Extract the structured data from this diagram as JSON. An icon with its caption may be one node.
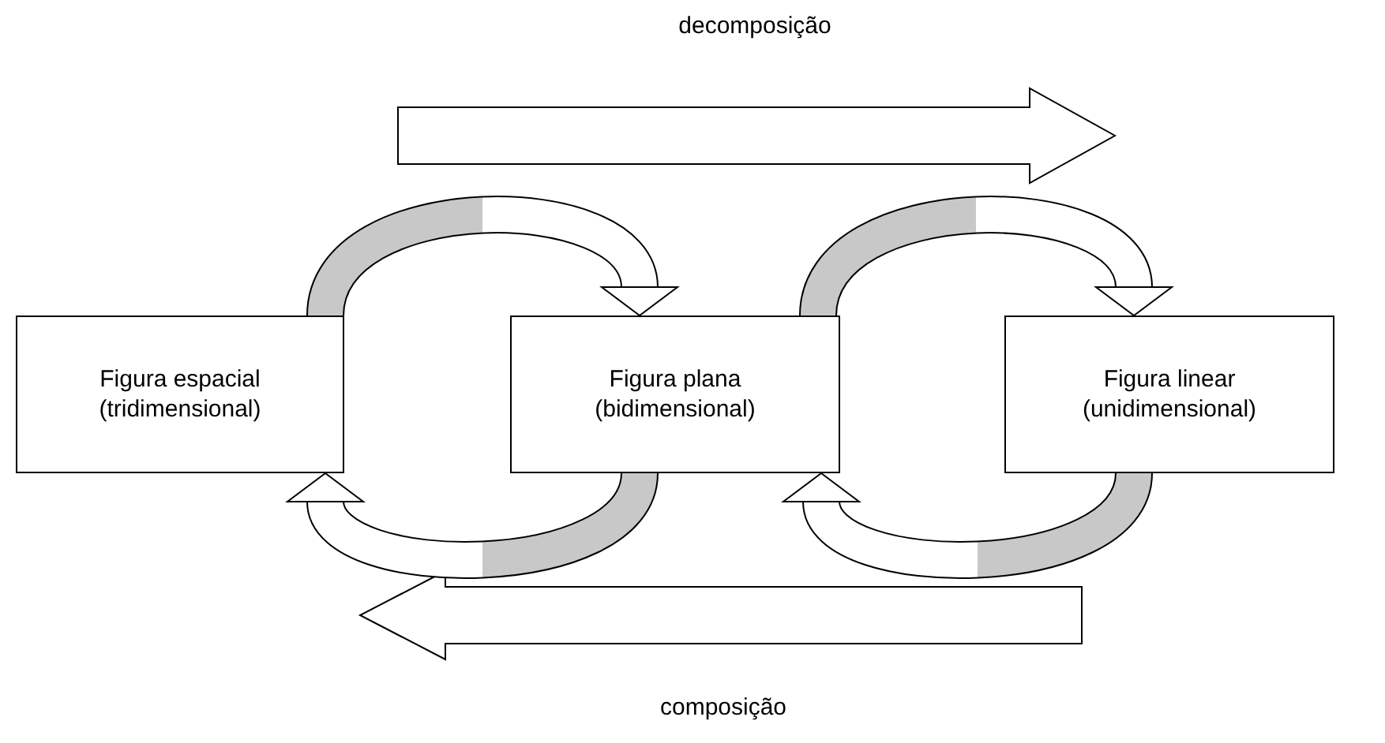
{
  "diagram": {
    "nodes": [
      {
        "text": [
          "Figura espacial (tridimensional)"
        ]
      },
      {
        "text": [
          "Figura plana (bidimensional)"
        ]
      },
      {
        "text": [
          "Figura linear (unidimensional)"
        ]
      }
    ],
    "edges": [
      {
        "from": 0,
        "to": 1,
        "arrow": "to"
      },
      {
        "from": 1,
        "to": 2,
        "arrow": "to"
      },
      {
        "from": 1,
        "to": 0,
        "arrow": "to"
      },
      {
        "from": 2,
        "to": 1,
        "arrow": "to"
      }
    ],
    "labels": [
      "decomposição",
      "composição"
    ]
  }
}
